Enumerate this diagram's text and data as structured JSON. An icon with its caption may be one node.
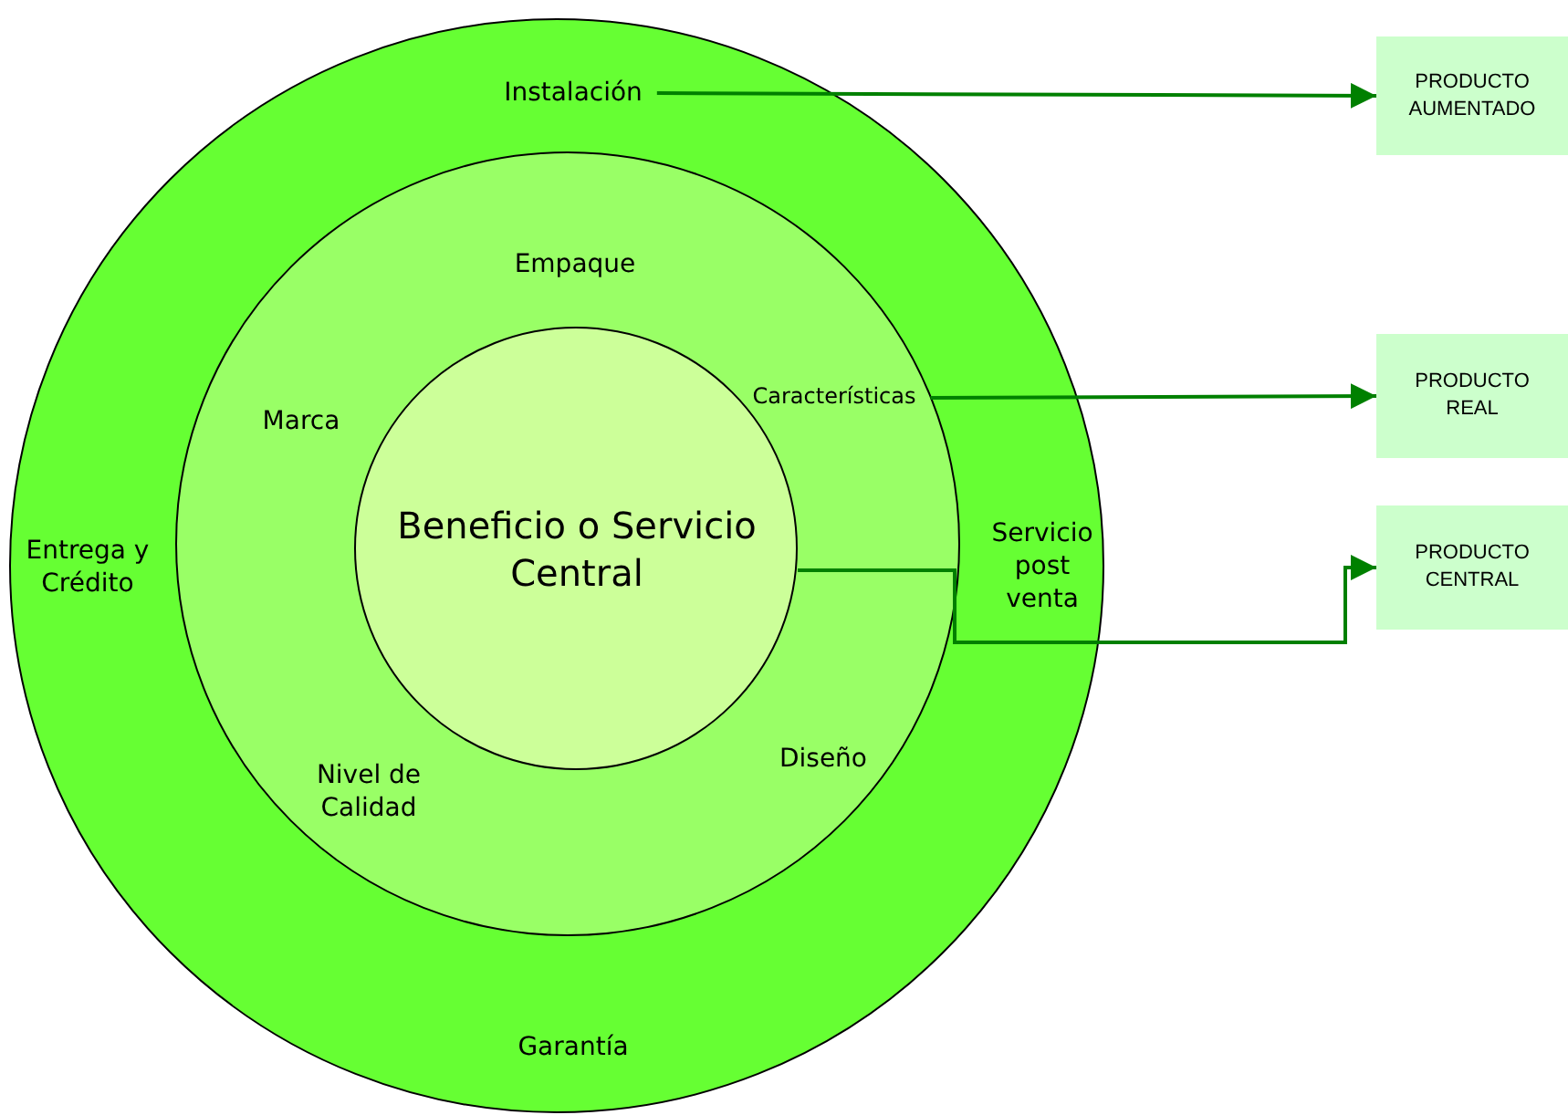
{
  "diagram": {
    "nodes": [
      {
        "text": [
          "Entrega y Crédito",
          "Servicio post venta",
          "Garantía"
        ]
      },
      {
        "text": [
          "Instalación"
        ],
        "in": 0
      },
      {
        "text": [
          "Empaque",
          "Marca",
          "Diseño",
          "Nivel de Calidad"
        ],
        "in": 0
      },
      {
        "text": [
          "Características"
        ],
        "in": 2
      },
      {
        "text": [
          "Beneficio o Servicio Central"
        ],
        "in": 2
      },
      {
        "text": [
          "PRODUCTO AUMENTADO"
        ]
      },
      {
        "text": [
          "PRODUCTO REAL"
        ]
      },
      {
        "text": [
          "PRODUCTO CENTRAL"
        ]
      }
    ],
    "edges": [
      {
        "from": 1,
        "to": 5,
        "arrow": "to"
      },
      {
        "from": 3,
        "to": 6,
        "arrow": "to"
      },
      {
        "from": 4,
        "to": 7,
        "arrow": "to"
      }
    ]
  }
}
